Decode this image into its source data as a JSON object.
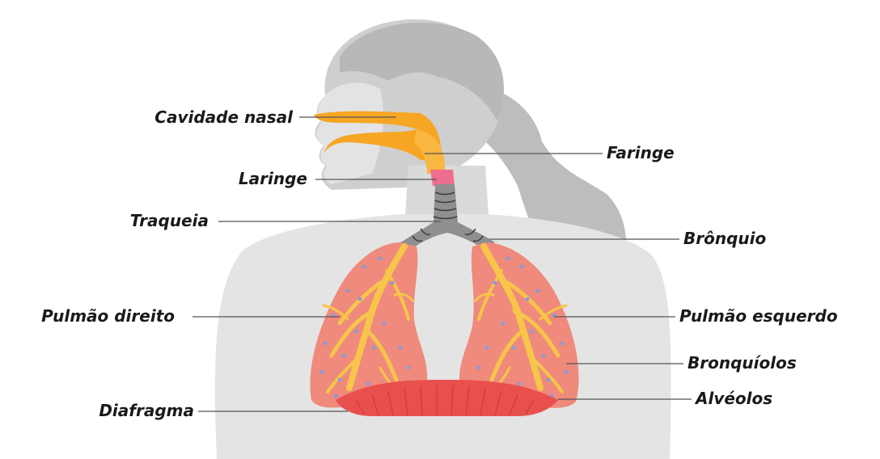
{
  "labels": {
    "cavidade_nasal": "Cavidade nasal",
    "faringe": "Faringe",
    "laringe": "Laringe",
    "traqueia": "Traqueia",
    "bronquio": "Brônquio",
    "pulmao_direito": "Pulmão direito",
    "pulmao_esquerdo": "Pulmão esquerdo",
    "bronquiolos": "Bronquíolos",
    "diafragma": "Diafragma",
    "alveolos": "Alvéolos"
  },
  "colors": {
    "body": "#e5e5e5",
    "hair": "#bdbdbd",
    "airway_orange": "#f6a623",
    "larynx_pink": "#ee6e8f",
    "trachea_gray": "#8f8f8f",
    "lung_pink": "#ef8a7c",
    "bronchiole_yellow": "#f7c54a",
    "diaphragm_red": "#e8504d",
    "alveoli_blue": "#8a9bd8"
  }
}
